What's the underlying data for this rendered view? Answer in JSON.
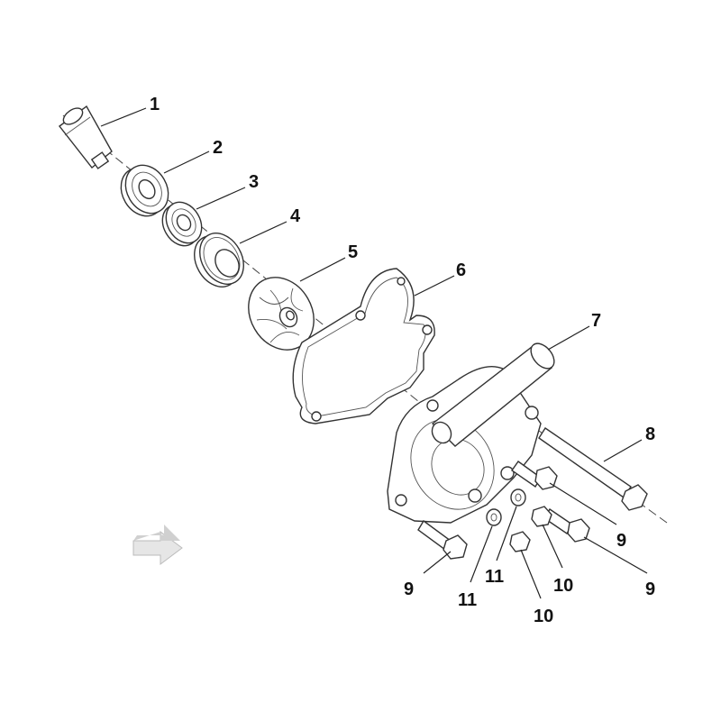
{
  "diagram": {
    "type": "exploded-parts-view",
    "callouts": [
      {
        "id": "c1",
        "label": "1"
      },
      {
        "id": "c2",
        "label": "2"
      },
      {
        "id": "c3",
        "label": "3"
      },
      {
        "id": "c4",
        "label": "4"
      },
      {
        "id": "c5",
        "label": "5"
      },
      {
        "id": "c6",
        "label": "6"
      },
      {
        "id": "c7",
        "label": "7"
      },
      {
        "id": "c8",
        "label": "8"
      },
      {
        "id": "c9a",
        "label": "9"
      },
      {
        "id": "c9b",
        "label": "9"
      },
      {
        "id": "c9c",
        "label": "9"
      },
      {
        "id": "c10a",
        "label": "10"
      },
      {
        "id": "c10b",
        "label": "10"
      },
      {
        "id": "c11a",
        "label": "11"
      },
      {
        "id": "c11b",
        "label": "11"
      }
    ],
    "orientation_arrow_icon": "front-direction-arrow-icon"
  }
}
